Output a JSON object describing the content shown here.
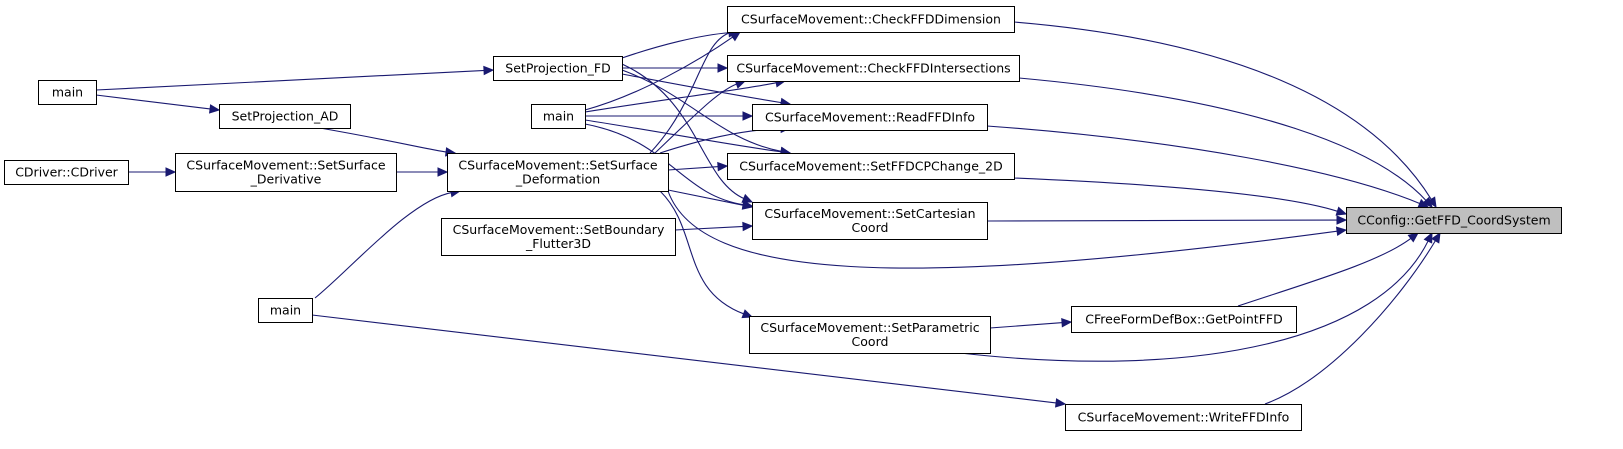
{
  "diagram": {
    "edge_color": "#191970",
    "target_fill": "#bfbfbf",
    "nodes": [
      {
        "id": "getffd",
        "label": [
          "CConfig::GetFFD_CoordSystem"
        ],
        "target": true
      },
      {
        "id": "checkdim",
        "label": [
          "CSurfaceMovement::CheckFFDDimension"
        ]
      },
      {
        "id": "checkint",
        "label": [
          "CSurfaceMovement::CheckFFDIntersections"
        ]
      },
      {
        "id": "readffd",
        "label": [
          "CSurfaceMovement::ReadFFDInfo"
        ]
      },
      {
        "id": "setcp",
        "label": [
          "CSurfaceMovement::SetFFDCPChange_2D"
        ]
      },
      {
        "id": "setcart",
        "label": [
          "CSurfaceMovement::SetCartesian",
          "Coord"
        ]
      },
      {
        "id": "setparam",
        "label": [
          "CSurfaceMovement::SetParametric",
          "Coord"
        ]
      },
      {
        "id": "getpoint",
        "label": [
          "CFreeFormDefBox::GetPointFFD"
        ]
      },
      {
        "id": "writeffd",
        "label": [
          "CSurfaceMovement::WriteFFDInfo"
        ]
      },
      {
        "id": "setproj_fd",
        "label": [
          "SetProjection_FD"
        ]
      },
      {
        "id": "setproj_ad",
        "label": [
          "SetProjection_AD"
        ]
      },
      {
        "id": "main_a",
        "label": [
          "main"
        ]
      },
      {
        "id": "main_b",
        "label": [
          "main"
        ]
      },
      {
        "id": "main_c",
        "label": [
          "main"
        ]
      },
      {
        "id": "setsurfdef",
        "label": [
          "CSurfaceMovement::SetSurface",
          "_Deformation"
        ]
      },
      {
        "id": "setsurfderiv",
        "label": [
          "CSurfaceMovement::SetSurface",
          "_Derivative"
        ]
      },
      {
        "id": "cdriver",
        "label": [
          "CDriver::CDriver"
        ]
      },
      {
        "id": "setbound",
        "label": [
          "CSurfaceMovement::SetBoundary",
          "_Flutter3D"
        ]
      }
    ],
    "edges": [
      {
        "from": "checkdim",
        "to": "getffd"
      },
      {
        "from": "checkint",
        "to": "getffd"
      },
      {
        "from": "readffd",
        "to": "getffd"
      },
      {
        "from": "setcp",
        "to": "getffd"
      },
      {
        "from": "setcart",
        "to": "getffd"
      },
      {
        "from": "setsurfdef",
        "to": "getffd"
      },
      {
        "from": "getpoint",
        "to": "getffd"
      },
      {
        "from": "setparam",
        "to": "getffd"
      },
      {
        "from": "writeffd",
        "to": "getffd"
      },
      {
        "from": "setparam",
        "to": "getpoint"
      },
      {
        "from": "setproj_fd",
        "to": "checkdim"
      },
      {
        "from": "setproj_fd",
        "to": "checkint"
      },
      {
        "from": "setproj_fd",
        "to": "readffd"
      },
      {
        "from": "setproj_fd",
        "to": "setcp"
      },
      {
        "from": "setproj_fd",
        "to": "setcart"
      },
      {
        "from": "main_b",
        "to": "checkdim"
      },
      {
        "from": "main_b",
        "to": "checkint"
      },
      {
        "from": "main_b",
        "to": "readffd"
      },
      {
        "from": "main_b",
        "to": "setcp"
      },
      {
        "from": "main_b",
        "to": "setcart"
      },
      {
        "from": "setsurfdef",
        "to": "checkdim"
      },
      {
        "from": "setsurfdef",
        "to": "checkint"
      },
      {
        "from": "setsurfdef",
        "to": "readffd"
      },
      {
        "from": "setsurfdef",
        "to": "setcp"
      },
      {
        "from": "setsurfdef",
        "to": "setcart"
      },
      {
        "from": "setsurfdef",
        "to": "setparam"
      },
      {
        "from": "setbound",
        "to": "setcart"
      },
      {
        "from": "main_a",
        "to": "setproj_fd"
      },
      {
        "from": "main_a",
        "to": "setproj_ad"
      },
      {
        "from": "setproj_ad",
        "to": "setsurfdef"
      },
      {
        "from": "setsurfderiv",
        "to": "setsurfdef"
      },
      {
        "from": "cdriver",
        "to": "setsurfderiv"
      },
      {
        "from": "main_c",
        "to": "setsurfdef"
      },
      {
        "from": "main_c",
        "to": "writeffd"
      }
    ]
  }
}
